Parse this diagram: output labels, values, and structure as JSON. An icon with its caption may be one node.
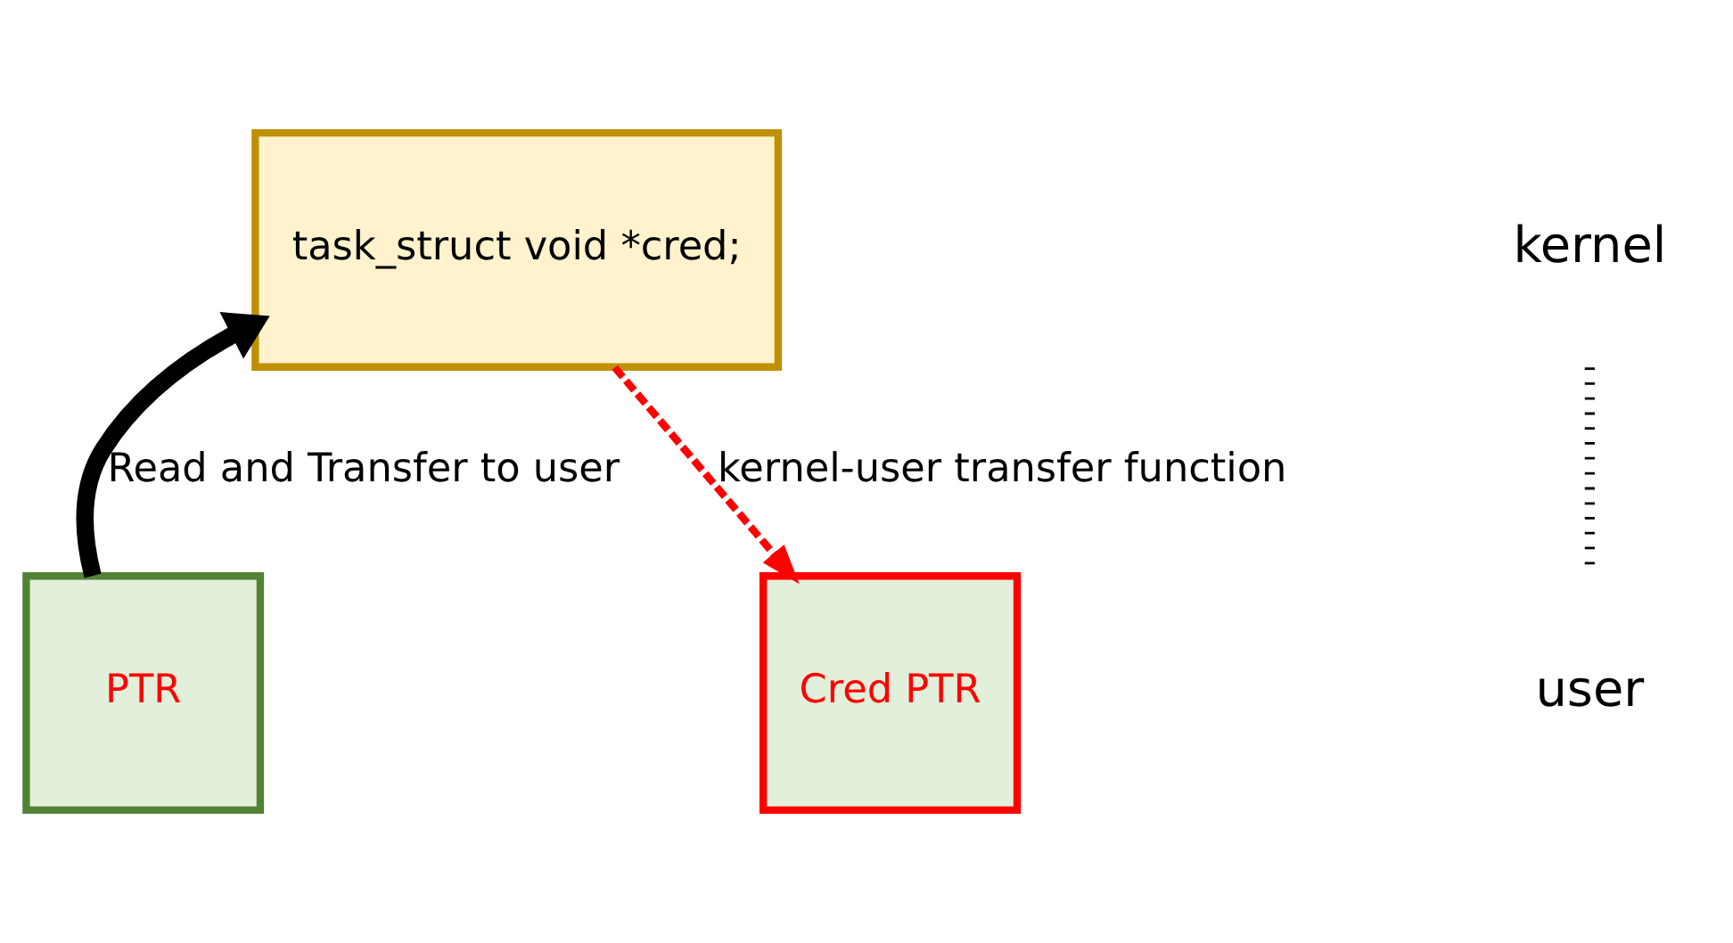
{
  "diagram": {
    "nodes": [
      {
        "text": [
          "task_struct void *cred;"
        ]
      },
      {
        "text": [
          "PTR"
        ]
      },
      {
        "text": [
          "Cred PTR"
        ]
      }
    ],
    "edges": [
      {
        "from": 1,
        "to": 0,
        "arrow": "to",
        "label": "Read and Transfer to user",
        "style": "thick"
      },
      {
        "from": 0,
        "to": 2,
        "arrow": "to",
        "label": "kernel-user transfer function",
        "style": "dashed",
        "color": "#ff0000"
      }
    ],
    "labels": [
      "kernel",
      "user"
    ]
  }
}
